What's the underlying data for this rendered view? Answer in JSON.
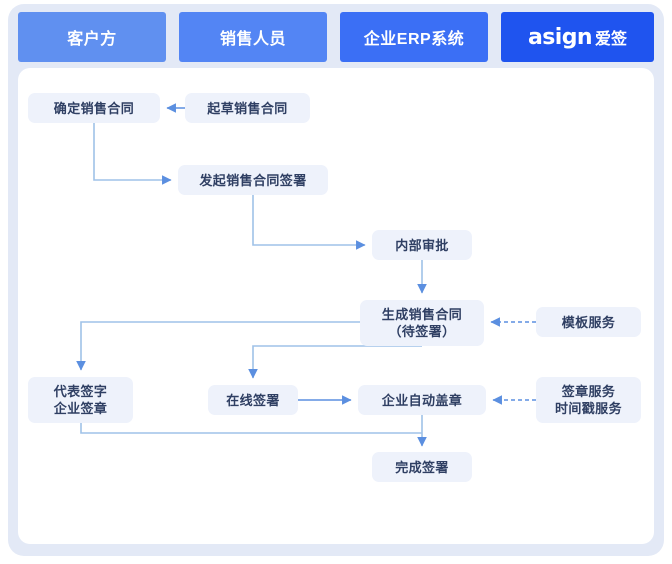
{
  "header": {
    "tabs": [
      {
        "label": "客户方",
        "color": "#6090f0",
        "type": "text"
      },
      {
        "label": "销售人员",
        "color": "#5385f4",
        "type": "text"
      },
      {
        "label": "企业ERP系统",
        "color": "#3b6ff5",
        "type": "text"
      },
      {
        "label": "asign 爱签",
        "color": "#1f54ef",
        "type": "logo",
        "logo_word": "asign",
        "logo_cn": "爱签"
      }
    ]
  },
  "flow": {
    "nodes": {
      "confirm_contract": "确定销售合同",
      "draft_contract": "起草销售合同",
      "initiate_signing": "发起销售合同签署",
      "internal_approval": "内部审批",
      "generate_contract_line1": "生成销售合同",
      "generate_contract_line2": "（待签署）",
      "rep_sign_line1": "代表签字",
      "rep_sign_line2": "企业签章",
      "online_sign": "在线签署",
      "auto_seal": "企业自动盖章",
      "complete_sign": "完成签署",
      "template_service": "模板服务",
      "seal_service_line1": "签章服务",
      "seal_service_line2": "时间戳服务"
    },
    "edges": [
      {
        "from": "draft_contract",
        "to": "confirm_contract",
        "style": "solid"
      },
      {
        "from": "confirm_contract",
        "to": "initiate_signing",
        "style": "solid"
      },
      {
        "from": "initiate_signing",
        "to": "internal_approval",
        "style": "solid"
      },
      {
        "from": "internal_approval",
        "to": "generate_contract",
        "style": "solid"
      },
      {
        "from": "template_service",
        "to": "generate_contract",
        "style": "dashed"
      },
      {
        "from": "generate_contract",
        "to": "rep_sign",
        "style": "solid"
      },
      {
        "from": "generate_contract",
        "to": "online_sign",
        "style": "solid"
      },
      {
        "from": "online_sign",
        "to": "auto_seal",
        "style": "solid"
      },
      {
        "from": "seal_service",
        "to": "auto_seal",
        "style": "dashed"
      },
      {
        "from": "rep_sign",
        "to": "complete_sign",
        "style": "solid"
      },
      {
        "from": "auto_seal",
        "to": "complete_sign",
        "style": "solid"
      }
    ]
  },
  "colors": {
    "node_fill": "#eef2fb",
    "node_text": "#2f3f63",
    "connector": "#9fc2e8",
    "arrow": "#5b8fe0",
    "card_bg": "#ffffff",
    "outer_bg": "#e3e9f6"
  }
}
